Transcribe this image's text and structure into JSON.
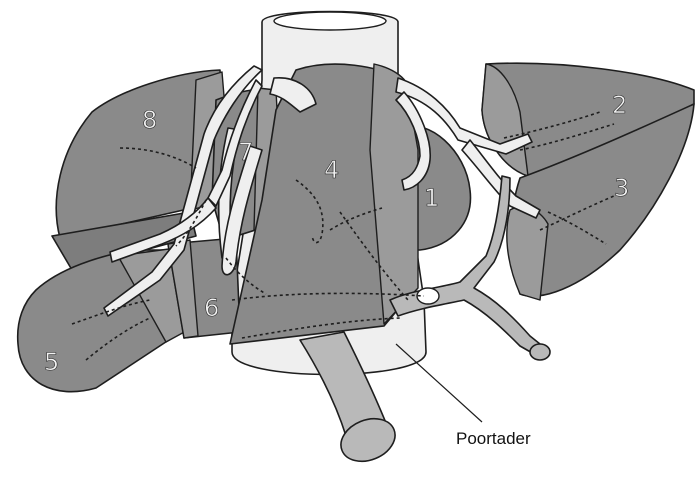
{
  "segments": [
    {
      "id": "1",
      "label": "1"
    },
    {
      "id": "2",
      "label": "2"
    },
    {
      "id": "3",
      "label": "3"
    },
    {
      "id": "4",
      "label": "4"
    },
    {
      "id": "5",
      "label": "5"
    },
    {
      "id": "6",
      "label": "6"
    },
    {
      "id": "7",
      "label": "7"
    },
    {
      "id": "8",
      "label": "8"
    }
  ],
  "callout": {
    "label": "Poortader"
  },
  "colors": {
    "segment": "#8a8a8a",
    "vena_cava": "#efefef",
    "portal_vein": "#b9b9b9",
    "outline": "#1e1e1e"
  }
}
